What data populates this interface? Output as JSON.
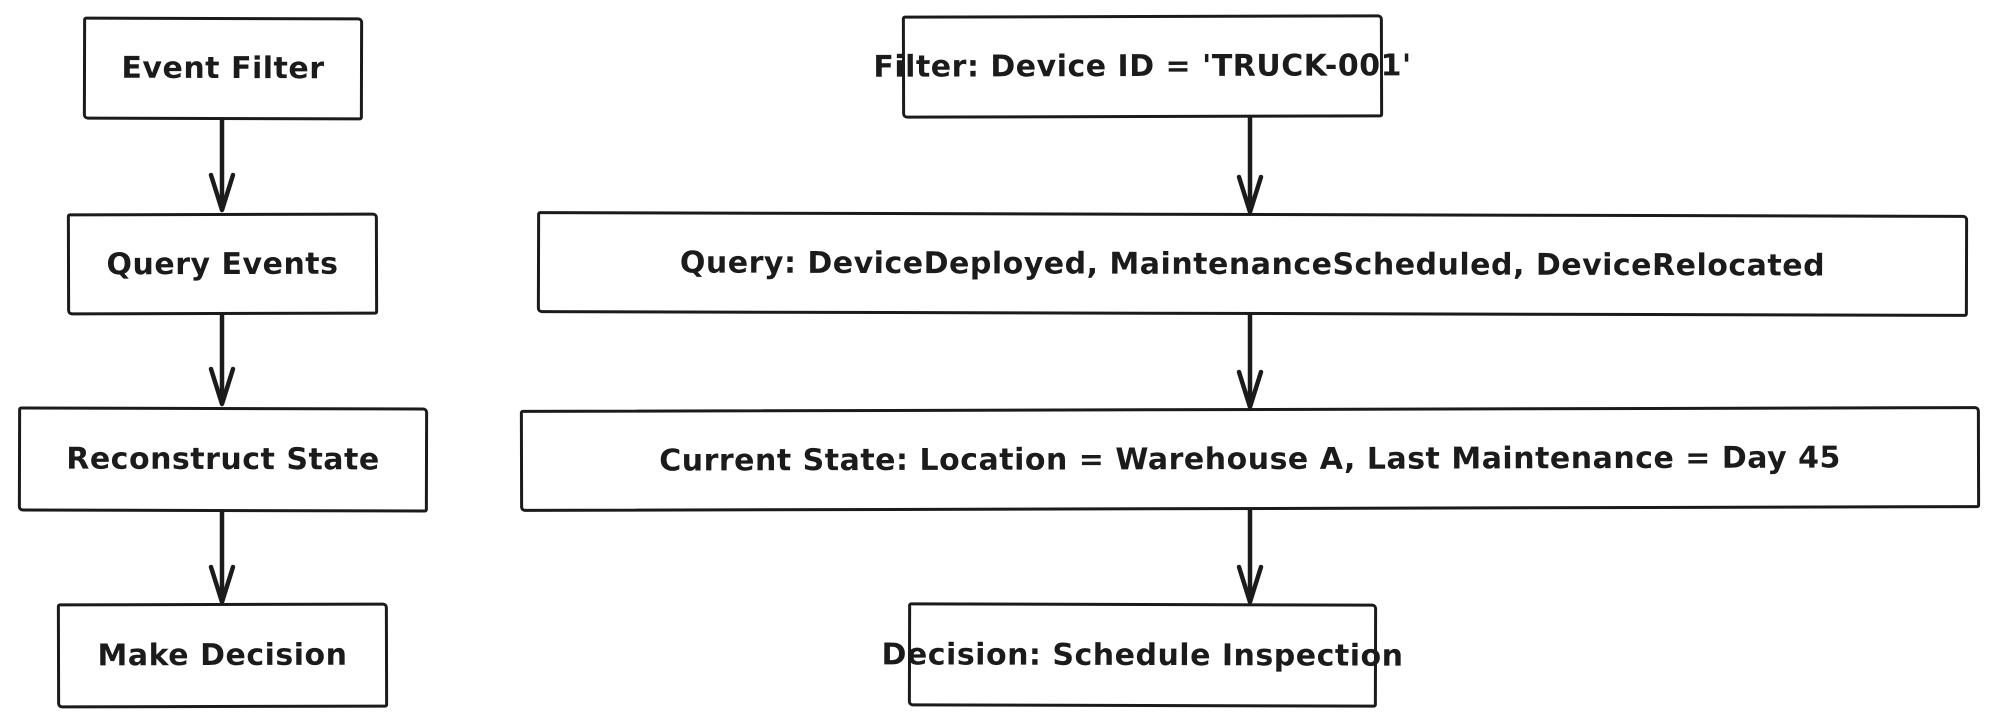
{
  "page": {
    "background": "#ffffff"
  },
  "diagram": {
    "type": "flowchart",
    "style": "hand-drawn",
    "stroke_color": "#1b1b1b",
    "fill_color": "#ffffff",
    "left_flow": {
      "nodes": [
        {
          "label": "Event Filter"
        },
        {
          "label": "Query Events"
        },
        {
          "label": "Reconstruct State"
        },
        {
          "label": "Make Decision"
        }
      ],
      "edges": [
        {
          "from": "Event Filter",
          "to": "Query Events",
          "type": "arrow-down"
        },
        {
          "from": "Query Events",
          "to": "Reconstruct State",
          "type": "arrow-down"
        },
        {
          "from": "Reconstruct State",
          "to": "Make Decision",
          "type": "arrow-down"
        }
      ]
    },
    "right_flow": {
      "nodes": [
        {
          "label": "Filter: Device ID = 'TRUCK-001'"
        },
        {
          "label": "Query: DeviceDeployed, MaintenanceScheduled, DeviceRelocated"
        },
        {
          "label": "Current State: Location = Warehouse A, Last Maintenance = Day 45"
        },
        {
          "label": "Decision: Schedule Inspection"
        }
      ],
      "edges": [
        {
          "from": "Filter: Device ID = 'TRUCK-001'",
          "to": "Query: DeviceDeployed, MaintenanceScheduled, DeviceRelocated",
          "type": "arrow-down"
        },
        {
          "from": "Query: DeviceDeployed, MaintenanceScheduled, DeviceRelocated",
          "to": "Current State: Location = Warehouse A, Last Maintenance = Day 45",
          "type": "arrow-down"
        },
        {
          "from": "Current State: Location = Warehouse A, Last Maintenance = Day 45",
          "to": "Decision: Schedule Inspection",
          "type": "arrow-down"
        }
      ]
    }
  }
}
